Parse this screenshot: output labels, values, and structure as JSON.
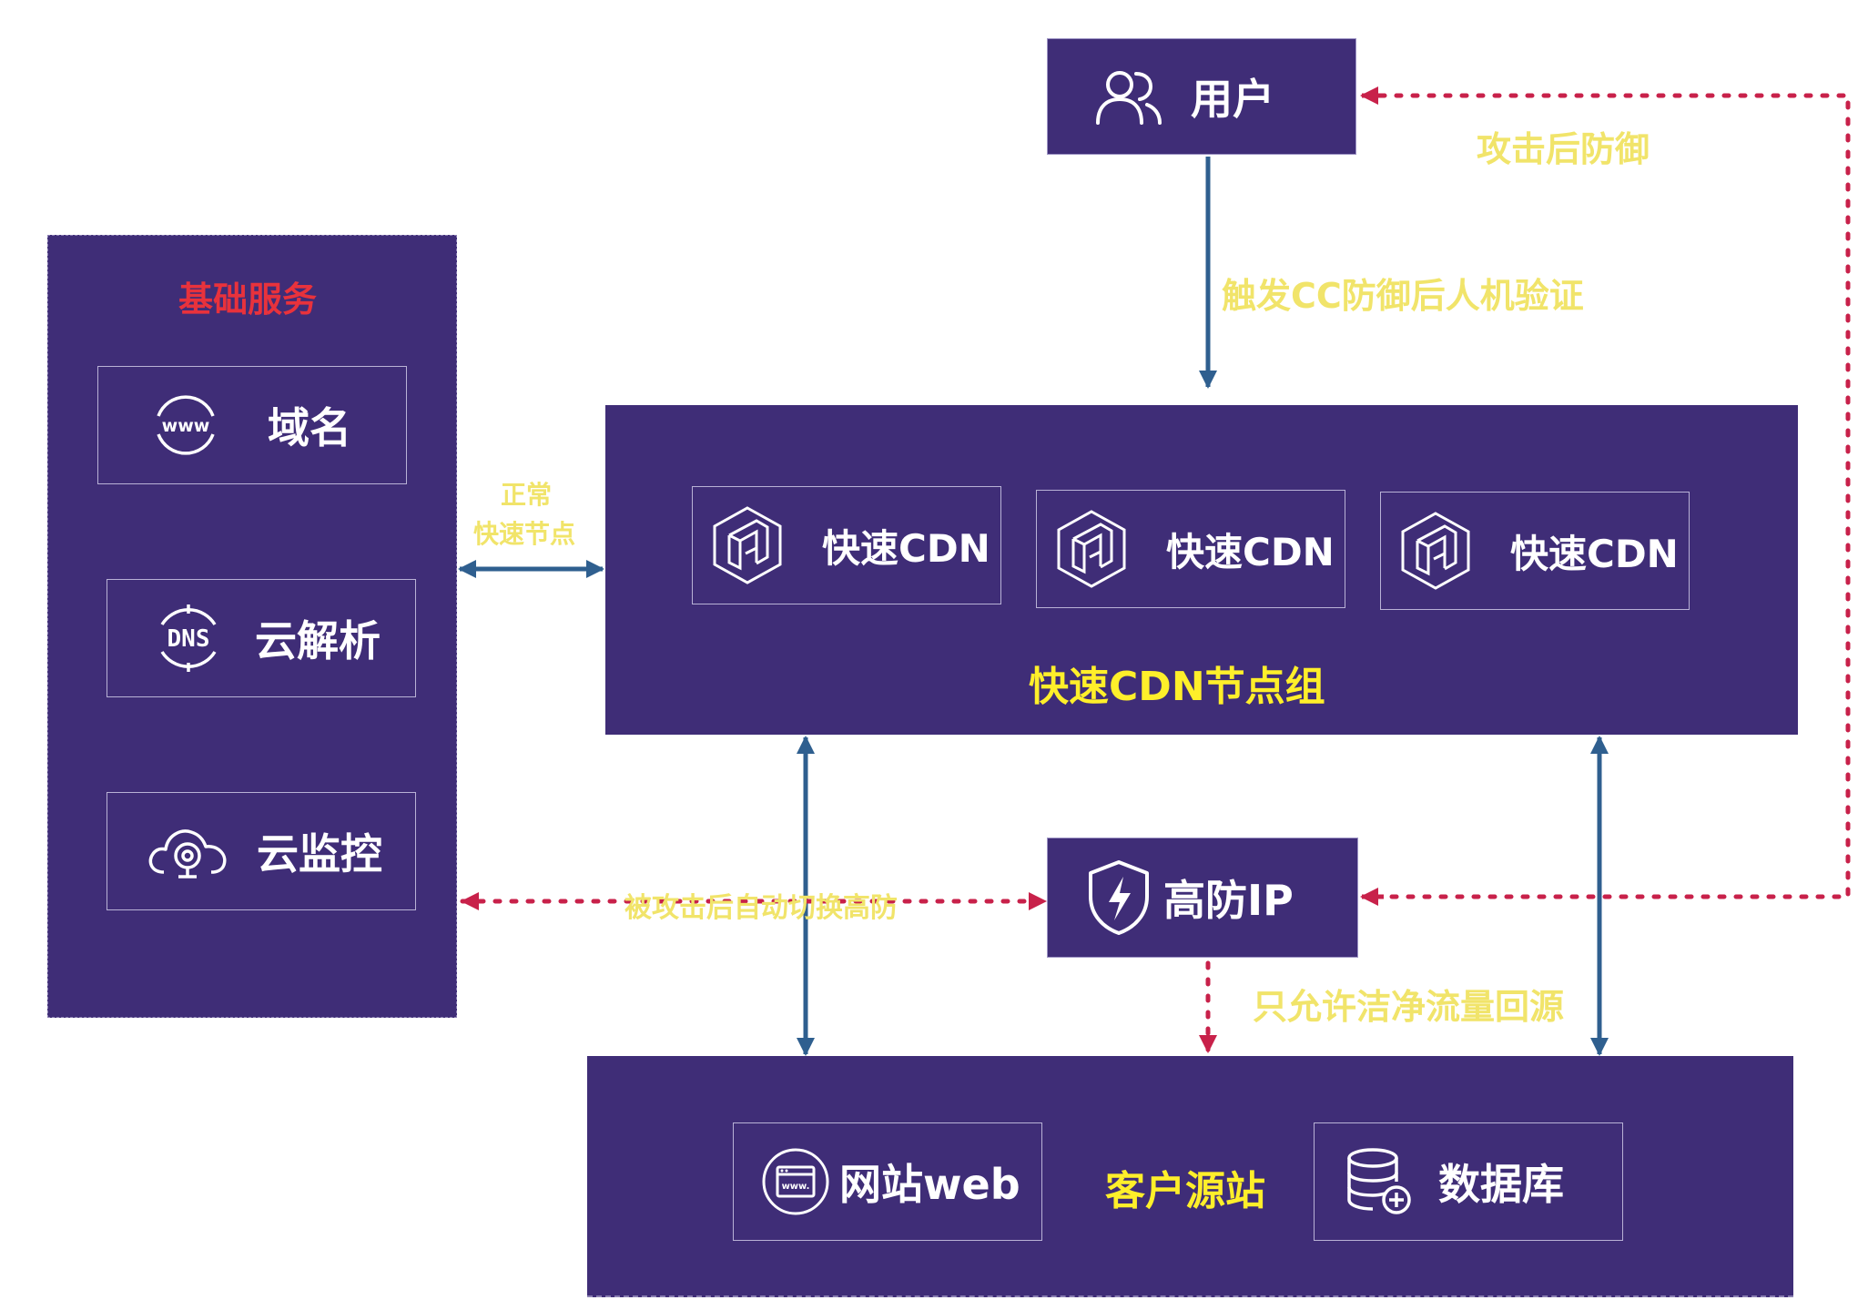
{
  "user": {
    "label": "用户",
    "icon": "users-icon"
  },
  "base_services": {
    "title": "基础服务",
    "items": [
      {
        "label": "域名",
        "icon": "www-globe-icon"
      },
      {
        "label": "云解析",
        "icon": "dns-icon"
      },
      {
        "label": "云监控",
        "icon": "cloud-camera-icon"
      }
    ]
  },
  "cdn_group": {
    "title": "快速CDN节点组",
    "nodes": [
      {
        "label": "快速CDN",
        "icon": "cube-icon"
      },
      {
        "label": "快速CDN",
        "icon": "cube-icon"
      },
      {
        "label": "快速CDN",
        "icon": "cube-icon"
      }
    ]
  },
  "high_defense": {
    "label": "高防IP",
    "icon": "shield-lightning-icon"
  },
  "origin": {
    "title": "客户源站",
    "website": {
      "label": "网站web",
      "icon": "browser-www-icon"
    },
    "database": {
      "label": "数据库",
      "icon": "database-add-icon"
    }
  },
  "annotations": {
    "after_attack_defense": "攻击后防御",
    "cc_verify": "触发CC防御后人机验证",
    "normal_line1": "正常",
    "normal_line2": "快速节点",
    "auto_switch": "被攻击后自动切换高防",
    "clean_traffic": "只允许洁净流量回源"
  },
  "colors": {
    "panel": "#3f2d77",
    "solid_arrow": "#2f5f8f",
    "dotted_arrow": "#c8214a",
    "annotation": "#ffef2a",
    "title_red": "#e8323c"
  }
}
